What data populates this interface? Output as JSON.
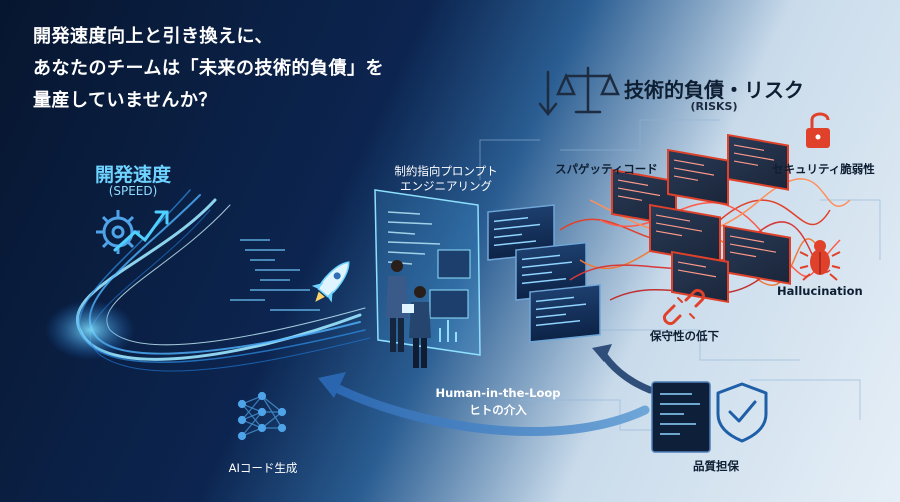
{
  "headline": {
    "line1": "開発速度向上と引き換えに、",
    "line2": "あなたのチームは「未来の技術的負債」を",
    "line3": "量産していませんか？"
  },
  "speed": {
    "title": "開発速度",
    "subtitle": "(SPEED)"
  },
  "prompt_engineering": {
    "line1": "制約指向プロンプト",
    "line2": "エンジニアリング"
  },
  "risks": {
    "title": "技術的負債・リスク",
    "subtitle": "(RISKS)"
  },
  "risk_items": {
    "spaghetti": "スパゲッティコード",
    "security": "セキュリティ脆弱性",
    "hallucination": "Hallucination",
    "maintainability": "保守性の低下"
  },
  "human_loop": {
    "line1": "Human-in-the-Loop",
    "line2": "ヒトの介入"
  },
  "ai_code": "AIコード生成",
  "quality": "品質担保",
  "colors": {
    "speed_accent": "#6fd3ff",
    "risk_red": "#e0412a",
    "code_panel": "#16345e",
    "arrow_blue": "#2f6fb3"
  },
  "icons": [
    "gear-icon",
    "trend-arrow-icon",
    "rocket-icon",
    "scale-icon",
    "down-arrow-icon",
    "unlock-icon",
    "bug-icon",
    "broken-link-icon",
    "shield-check-icon",
    "neural-network-icon"
  ]
}
